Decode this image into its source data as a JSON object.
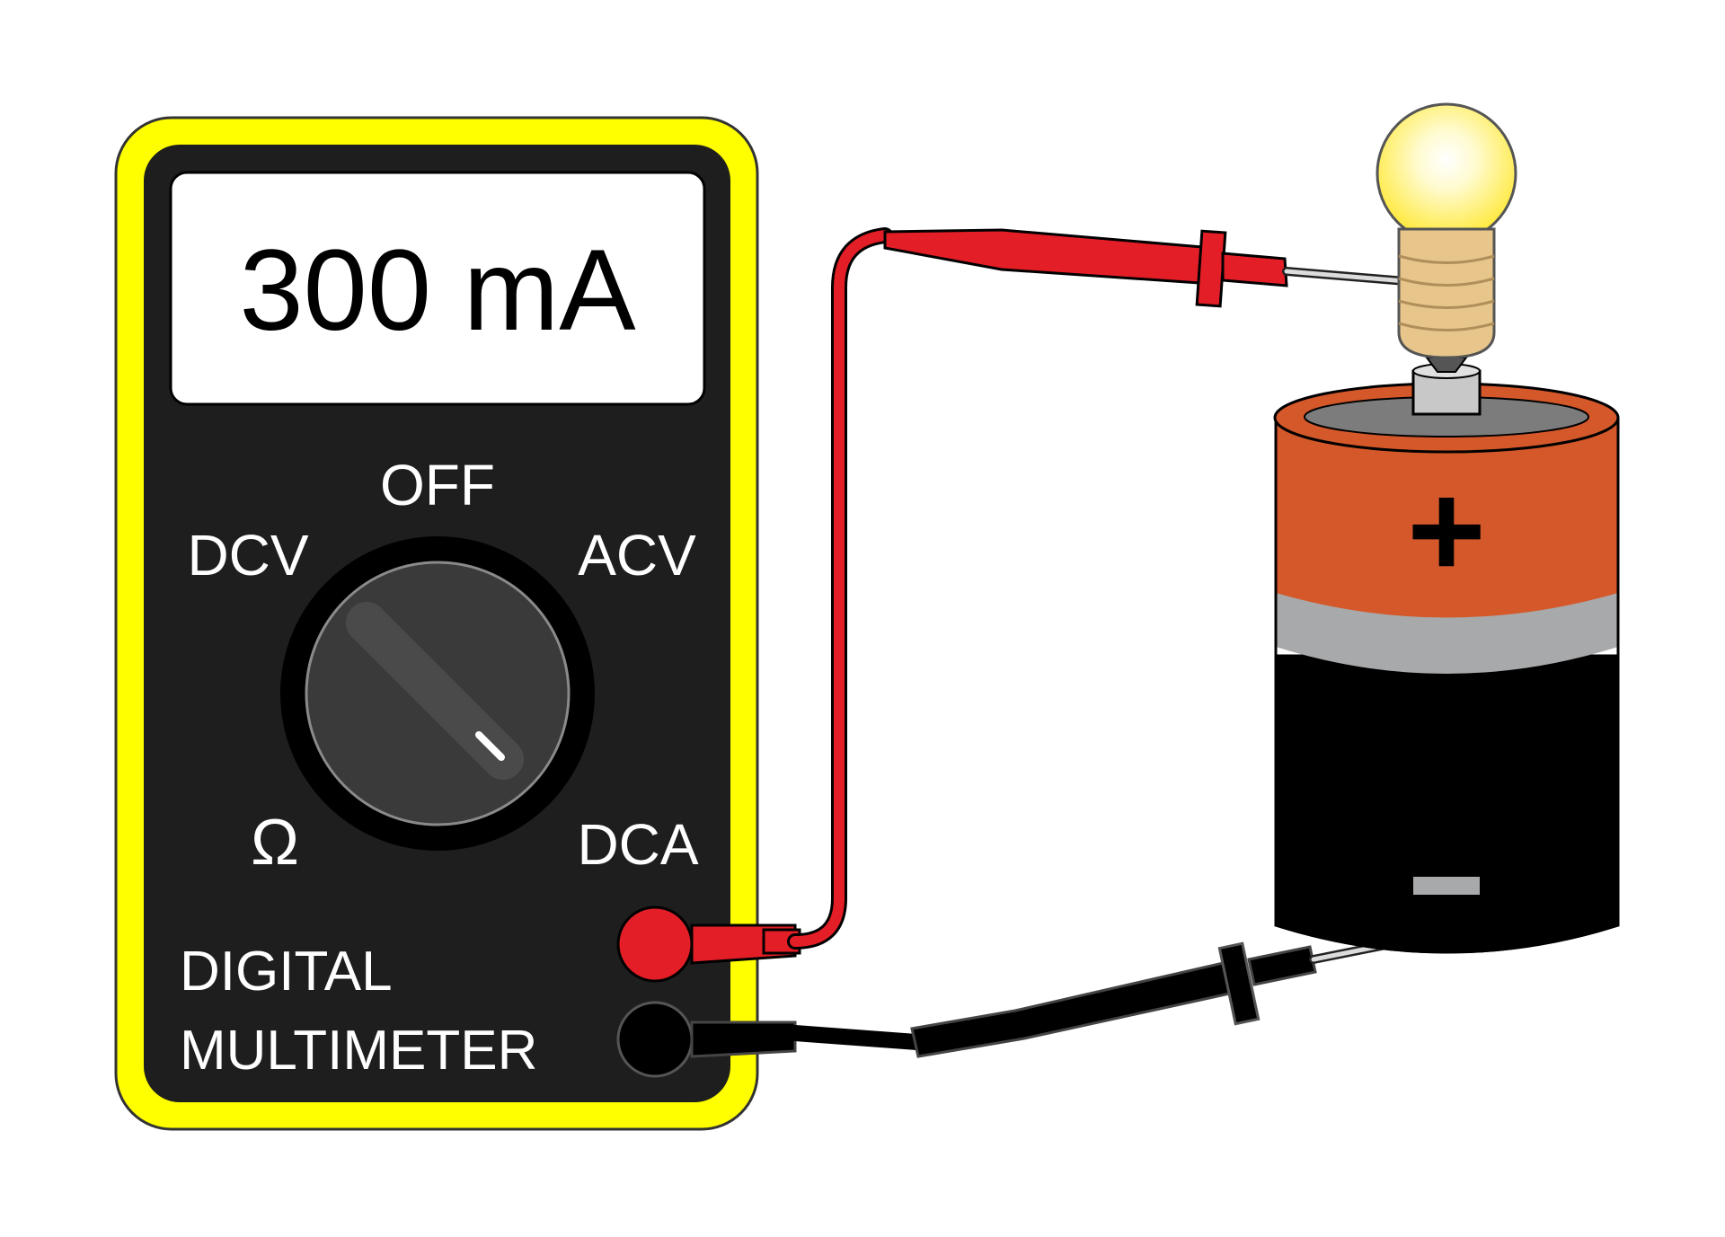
{
  "multimeter": {
    "display_reading": "300 mA",
    "dial_labels": {
      "off": "OFF",
      "dcv": "DCV",
      "acv": "ACV",
      "ohm": "Ω",
      "dca": "DCA"
    },
    "selected_mode": "DCA",
    "brand_line1": "DIGITAL",
    "brand_line2": "MULTIMETER",
    "body_color": "#ffff00",
    "face_color": "#1e1e1e"
  },
  "battery": {
    "positive_symbol": "+",
    "negative_symbol": "−",
    "top_color": "#d4582a",
    "bottom_color": "#000000",
    "band_color": "#a7a9ab"
  },
  "bulb": {
    "state": "lit",
    "glass_color": "#ffee4d",
    "base_color": "#e8c68b"
  },
  "probes": {
    "positive_color": "#e41e26",
    "negative_color": "#000000"
  }
}
